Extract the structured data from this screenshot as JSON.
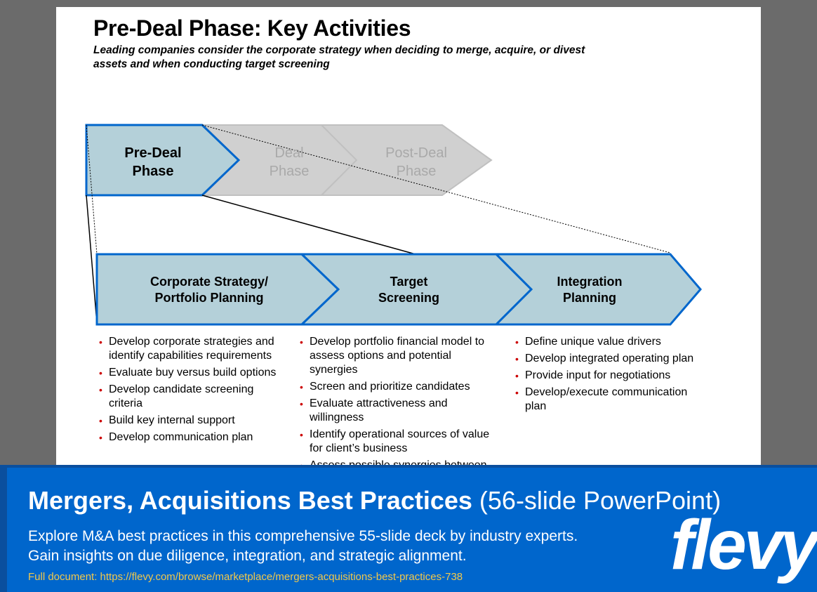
{
  "slide": {
    "title": "Pre-Deal Phase: Key Activities",
    "subtitle": "Leading companies consider the corporate strategy when deciding to merge, acquire, or divest assets and when conducting target screening",
    "phases": [
      {
        "label": "Pre-Deal\nPhase",
        "active": true
      },
      {
        "label": "Deal\nPhase",
        "active": false
      },
      {
        "label": "Post-Deal\nPhase",
        "active": false
      }
    ],
    "steps": [
      {
        "label": "Corporate Strategy/\nPortfolio Planning"
      },
      {
        "label": "Target\nScreening"
      },
      {
        "label": "Integration\nPlanning"
      }
    ],
    "columns": [
      {
        "bullets": [
          "Develop corporate strategies and identify capabilities requirements",
          "Evaluate buy versus build options",
          "Develop candidate screening criteria",
          "Build key internal support",
          "Develop communication plan"
        ]
      },
      {
        "bullets": [
          "Develop portfolio financial model to assess options and potential synergies",
          "Screen and prioritize candidates",
          "Evaluate attractiveness and willingness",
          "Identify operational sources of value for client’s business",
          "Assess possible synergies between"
        ]
      },
      {
        "bullets": [
          "Define unique value drivers",
          "Develop integrated operating plan",
          "Provide input for negotiations",
          "Develop/execute communication plan"
        ]
      }
    ]
  },
  "banner": {
    "title_bold": "Mergers, Acquisitions Best Practices",
    "title_rest": " (56-slide PowerPoint)",
    "description": "Explore M&A best practices in this comprehensive 55-slide deck by industry experts. Gain insights on due diligence, integration, and strategic alignment.",
    "link": "Full document: https://flevy.com/browse/marketplace/mergers-acquisitions-best-practices-738",
    "logo": "flevy"
  },
  "colors": {
    "accent_blue": "#0066cc",
    "chevron_fill": "#b4d0d9",
    "chevron_border": "#0066cc",
    "inactive_fill": "#d0d0d0",
    "bullet_red": "#cc0000",
    "link_yellow": "#f2c84b"
  }
}
